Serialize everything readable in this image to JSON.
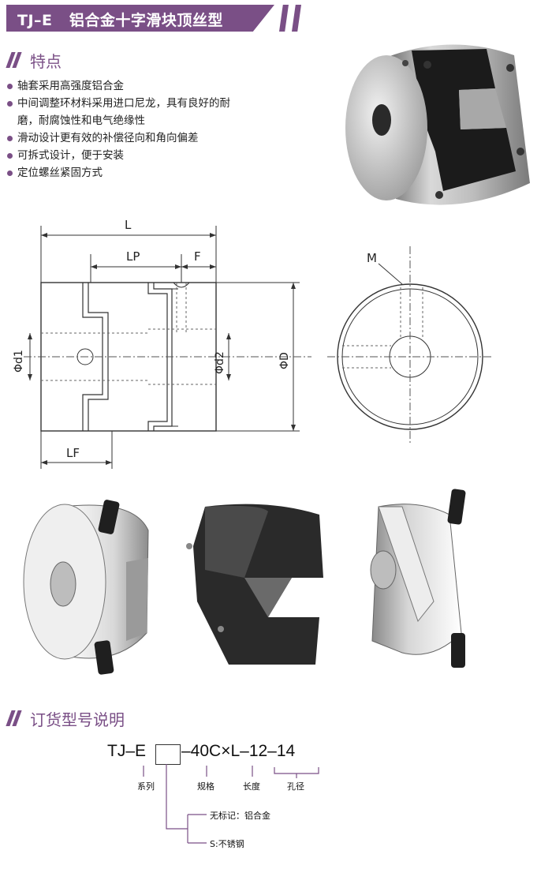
{
  "header": {
    "title": "TJ–E   铝合金十字滑块顶丝型",
    "color": "#7a4f86"
  },
  "features_section": {
    "title": "特点",
    "items": [
      "轴套采用高强度铝合金",
      "中间调整环材料采用进口尼龙，具有良好的耐",
      "磨，耐腐蚀性和电气绝缘性",
      "滑动设计更有效的补偿径向和角向偏差",
      "可拆式设计，便于安装",
      "定位螺丝紧固方式"
    ]
  },
  "drawing": {
    "dims": {
      "L": "L",
      "LP": "LP",
      "F": "F",
      "LF": "LF",
      "d1": "Φd1",
      "d2": "Φd2",
      "D": "ΦD",
      "M": "M"
    }
  },
  "order_section": {
    "title": "订货型号说明",
    "code": {
      "prefix": "TJ–E",
      "suffix": "–40C×L–12–14"
    },
    "labels": {
      "series": "系列",
      "spec": "规格",
      "length": "长度",
      "bore": "孔径",
      "no_mark": "无标记：铝合金",
      "stainless": "S:不锈钢"
    }
  }
}
